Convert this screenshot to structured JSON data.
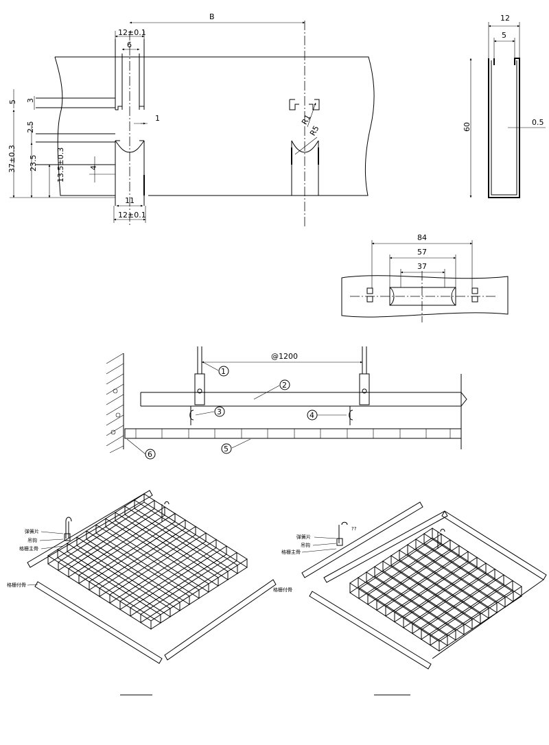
{
  "profile_view": {
    "dims": {
      "B": "B",
      "slot_width_top": "12±0.1",
      "slot_inner": "6",
      "gap": "1",
      "R1": "R1",
      "R5": "R5",
      "h5": "5",
      "h3": "3",
      "h2_5": "2.5",
      "h37": "37±0.3",
      "h23_5": "23.5",
      "h13_5": "13.5±0.3",
      "h4": "4",
      "w11": "11",
      "slot_width_bottom": "12±0.1"
    }
  },
  "channel_section": {
    "dims": {
      "width": "12",
      "inner": "5",
      "height": "60",
      "thickness": "0.5"
    }
  },
  "slot_plan": {
    "dims": {
      "d84": "84",
      "d57": "57",
      "d37": "37"
    }
  },
  "hanging_section": {
    "spacing": "@1200",
    "callouts": [
      "1",
      "2",
      "3",
      "4",
      "5",
      "6"
    ]
  },
  "iso_left": {
    "labels": {
      "spring_clip": "弹簧片",
      "hanger": "吊钩",
      "main_rail": "格栅主骨",
      "edge_rail": "格栅付骨"
    }
  },
  "iso_right": {
    "labels": {
      "spring_clip": "弹簧片",
      "hanger": "吊钩",
      "main_rail": "格栅主骨",
      "edge_rail": "格栅付骨",
      "note": "??"
    }
  }
}
